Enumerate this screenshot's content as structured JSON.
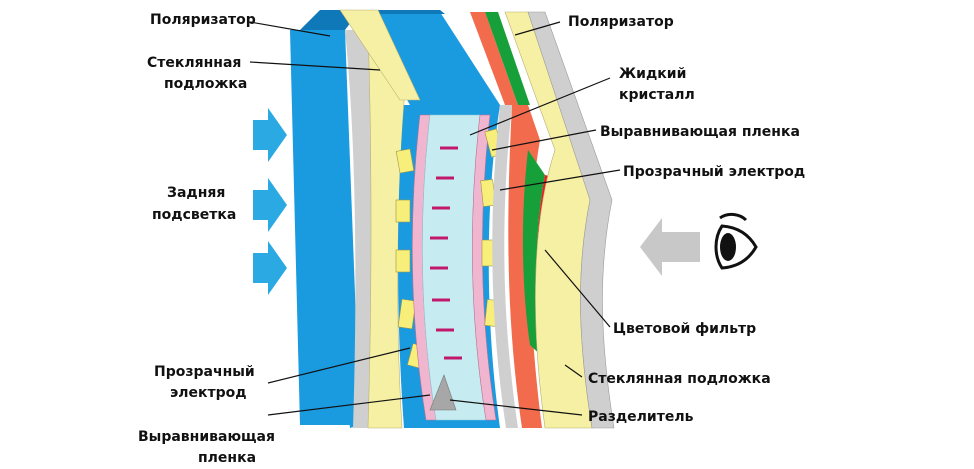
{
  "labels": {
    "polarizer_left": "Поляризатор",
    "glass_substrate_left_1": "Стеклянная",
    "glass_substrate_left_2": "подложка",
    "backlight_1": "Задняя",
    "backlight_2": "подсветка",
    "transparent_electrode_left_1": "Прозрачный",
    "transparent_electrode_left_2": "электрод",
    "alignment_film_left_1": "Выравнивающая",
    "alignment_film_left_2": "пленка",
    "polarizer_right": "Поляризатор",
    "liquid_crystal_1": "Жидкий",
    "liquid_crystal_2": "кристалл",
    "alignment_film_right": "Выравнивающая пленка",
    "transparent_electrode_right": "Прозрачный электрод",
    "color_filter": "Цветовой фильтр",
    "glass_substrate_right": "Стеклянная подложка",
    "spacer": "Разделитель"
  },
  "icons": [
    "backlight-arrow-icon",
    "viewer-arrow-icon",
    "eye-icon"
  ],
  "colors": {
    "polarizer": "#1a9be0",
    "polarizer_edge": "#0f78b8",
    "glass": "#f6f0a4",
    "grey_layer": "#cfcfcf",
    "liquid_crystal": "#c6ecf2",
    "alignment_film": "#f1b6cf",
    "electrode": "#f7ef7a",
    "filter_red": "#ee1c24",
    "filter_green": "#17a03a",
    "filter_orange": "#f26b4c",
    "arrow_blue": "#2aa9e3",
    "arrow_grey": "#c8c8c8",
    "molecule": "#c2186b"
  }
}
